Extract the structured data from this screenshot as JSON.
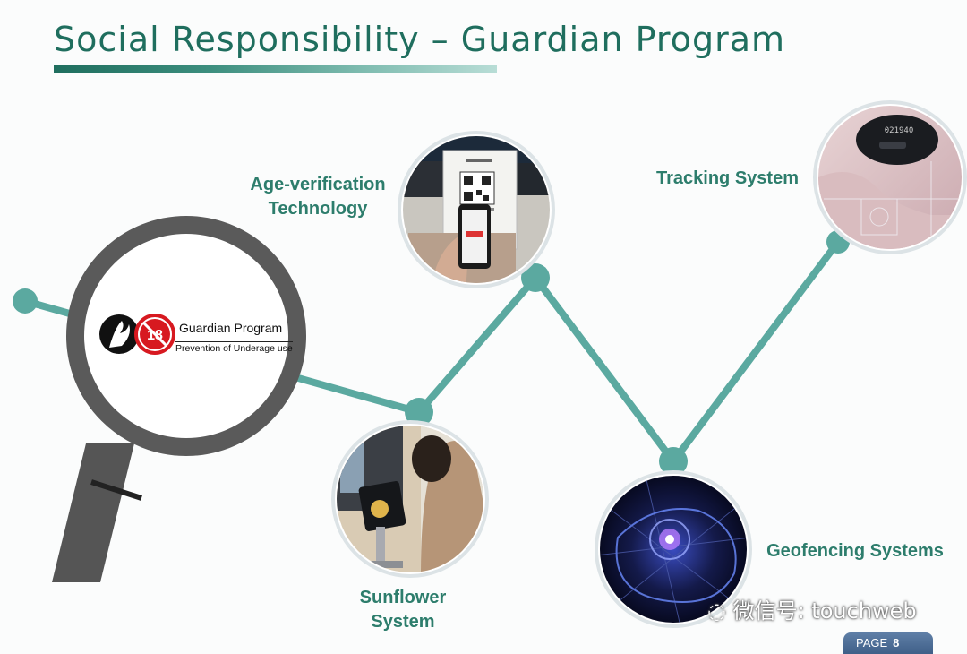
{
  "slide": {
    "title": "Social Responsibility – Guardian Program",
    "logo": {
      "title": "Guardian Program",
      "subtitle": "Prevention of Underage use",
      "badge": "18"
    },
    "nodes": [
      {
        "label": "Age-verification\nTechnology",
        "icon": "qr-code-phone-photo"
      },
      {
        "label": "Sunflower\nSystem",
        "icon": "kiosk-device-photo"
      },
      {
        "label": "Tracking System",
        "icon": "tracking-device-photo"
      },
      {
        "label": "Geofencing Systems",
        "icon": "geofence-map-photo"
      }
    ],
    "watermark": "微信号: touchweb",
    "page_label": "PAGE",
    "page_number": "8"
  },
  "colors": {
    "accent": "#2d7d6c",
    "line": "#5ba9a0",
    "magnifier": "#5a5a5a"
  }
}
